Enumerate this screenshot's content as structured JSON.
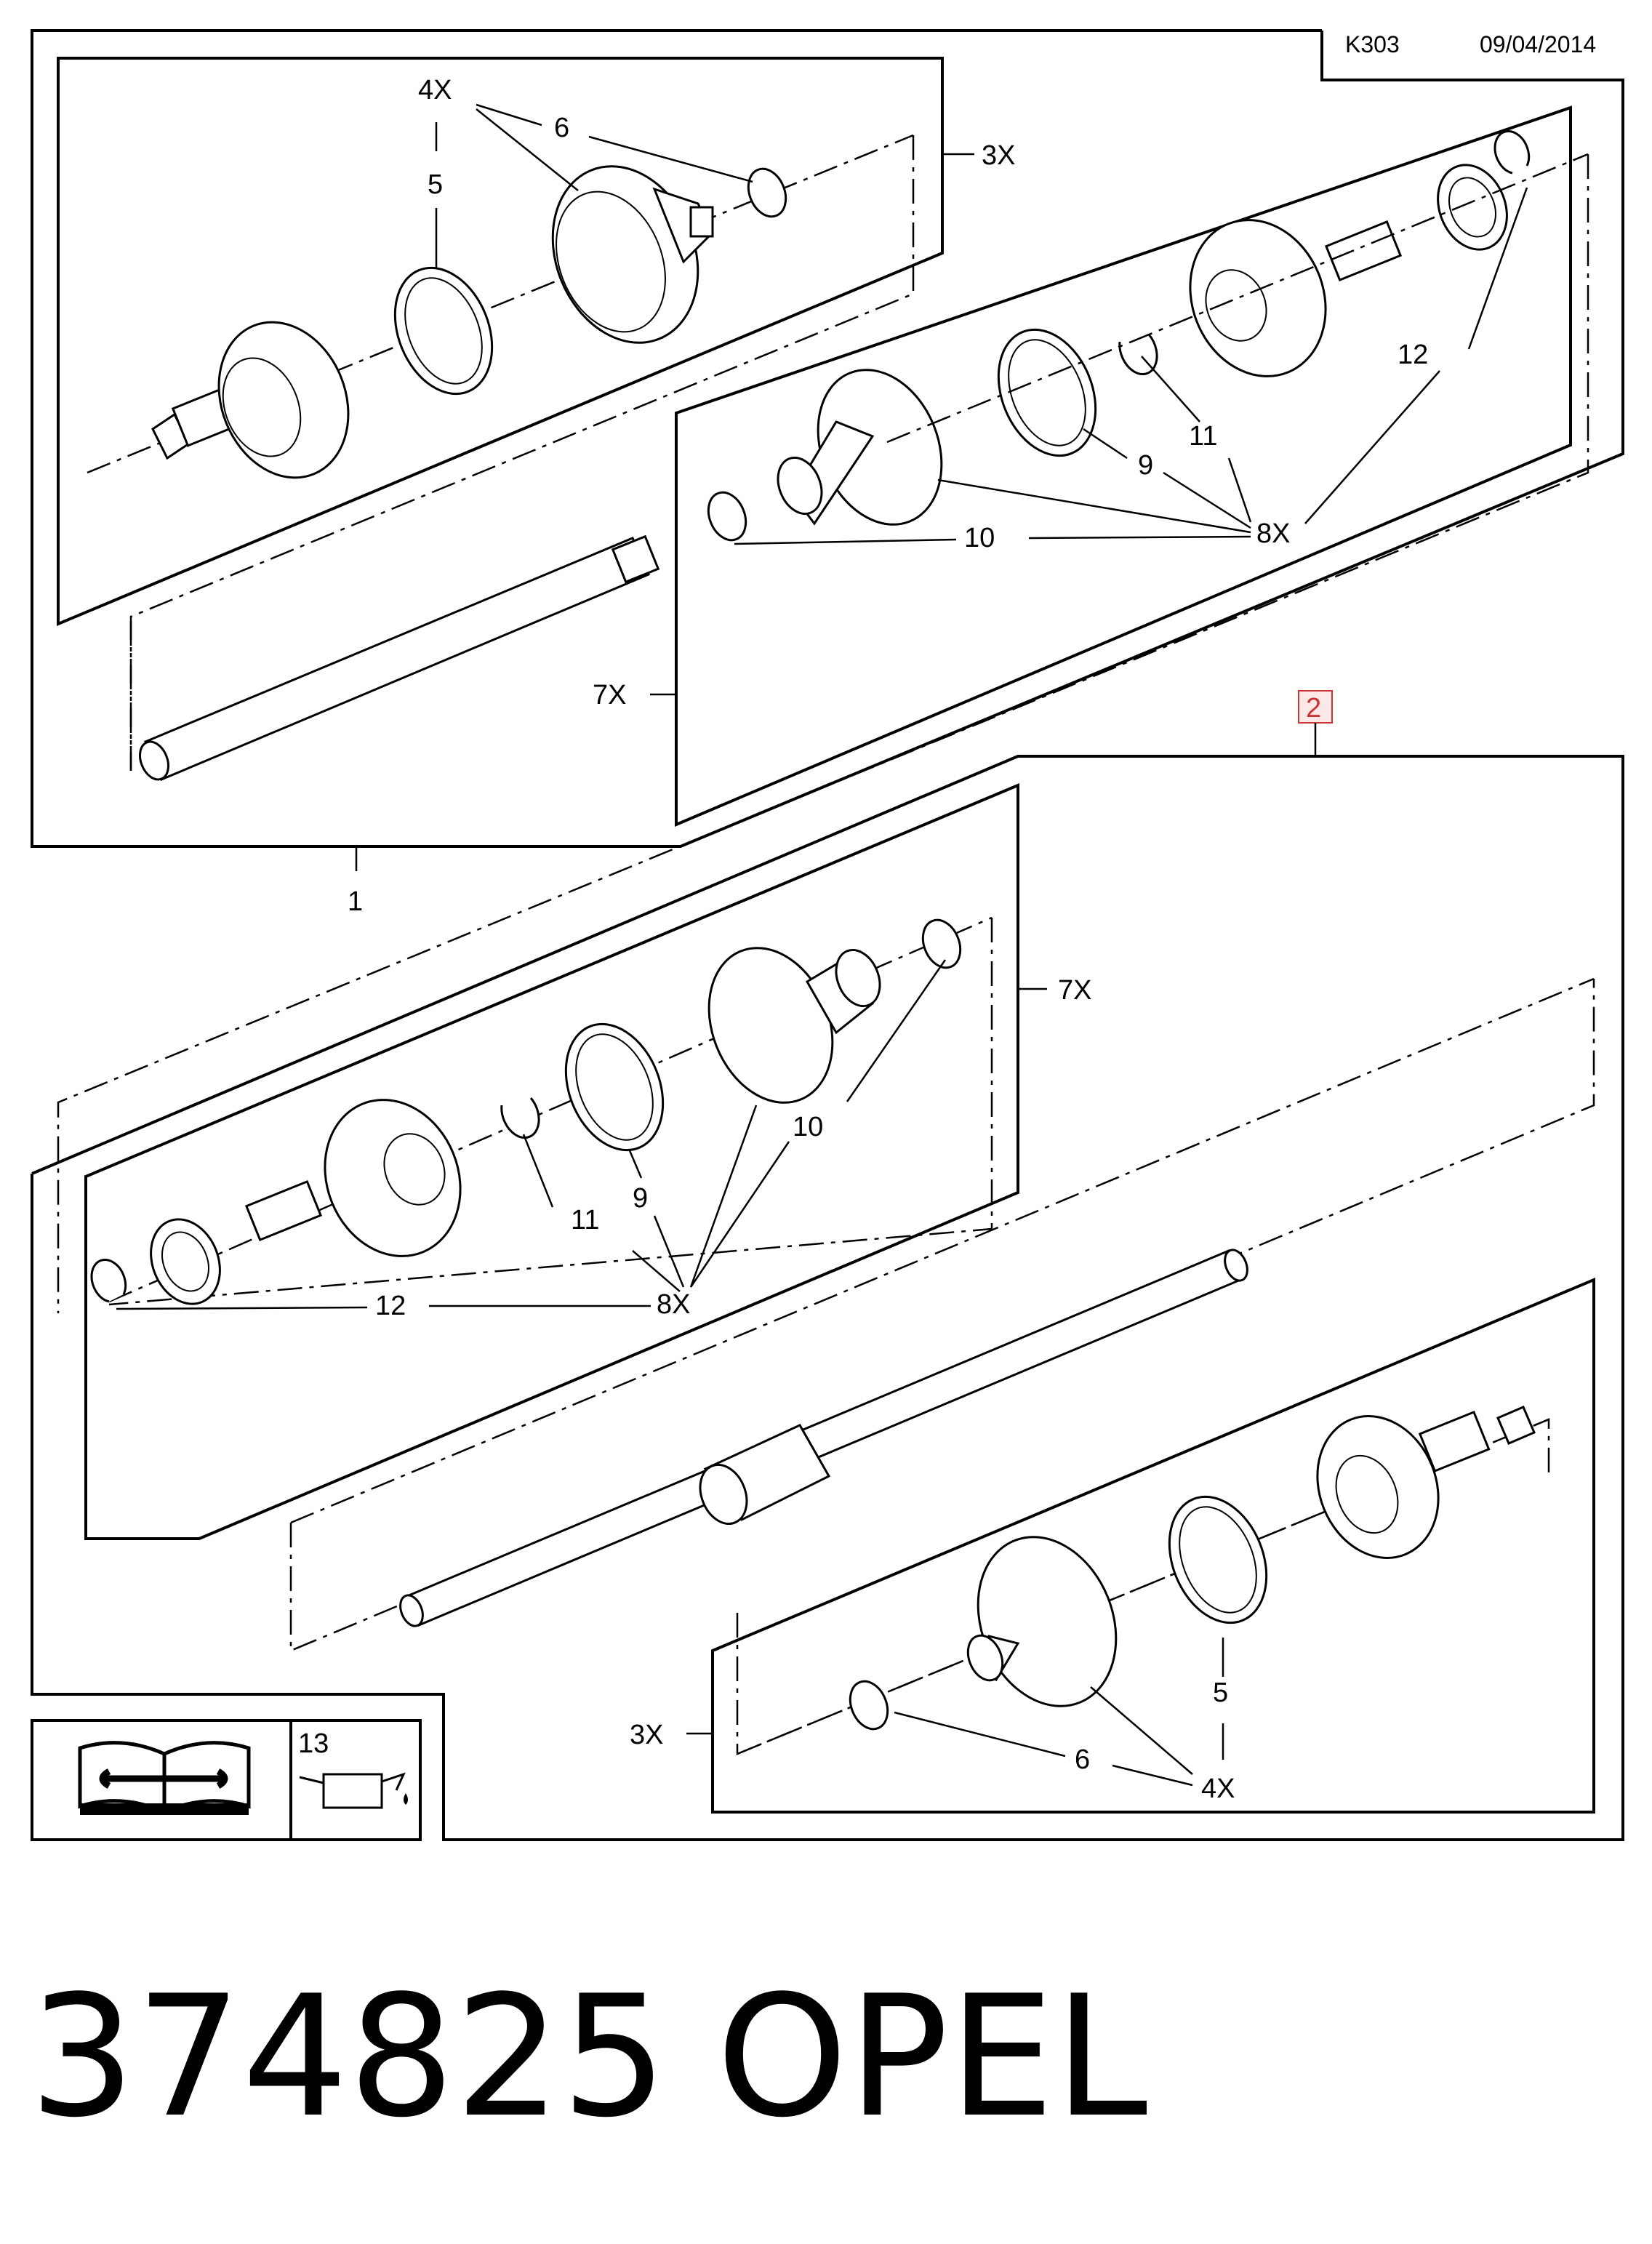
{
  "header": {
    "code": "K303",
    "date": "09/04/2014"
  },
  "callouts": {
    "top_1": "1",
    "top_3x": "3X",
    "top_4x": "4X",
    "top_5": "5",
    "top_6": "6",
    "top_7x": "7X",
    "top_8x": "8X",
    "top_9": "9",
    "top_10": "10",
    "top_11": "11",
    "top_12": "12",
    "bot_2": "2",
    "bot_7x": "7X",
    "bot_8x": "8X",
    "bot_9": "9",
    "bot_10": "10",
    "bot_11": "11",
    "bot_12": "12",
    "bot_3x": "3X",
    "bot_4x": "4X",
    "bot_5": "5",
    "bot_6": "6",
    "bot_13": "13"
  },
  "footer": {
    "part_number": "374825",
    "brand": "OPEL"
  }
}
